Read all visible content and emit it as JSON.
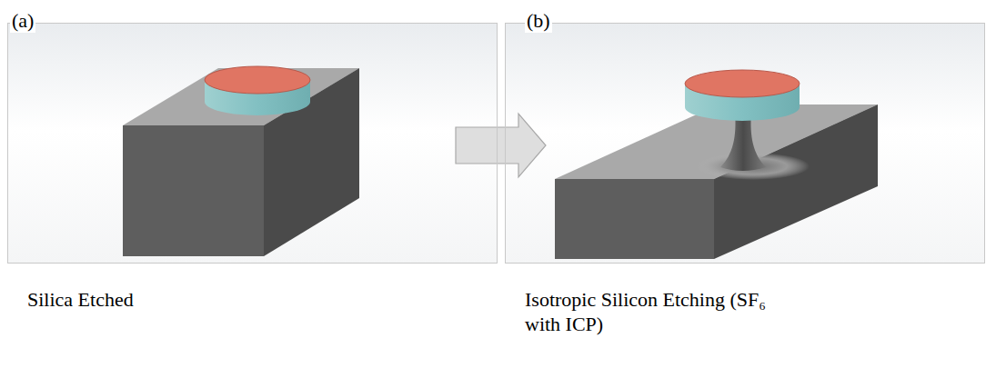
{
  "diagram": {
    "nodes": [
      {
        "text": [
          "(a)"
        ]
      },
      {
        "text": [
          "(b)"
        ]
      }
    ],
    "edges": [
      {
        "from": 0,
        "to": 1,
        "arrow": "to"
      }
    ],
    "labels": [
      "Silica Etched",
      "Isotropic Silicon Etching (SF₆ with ICP)"
    ]
  }
}
